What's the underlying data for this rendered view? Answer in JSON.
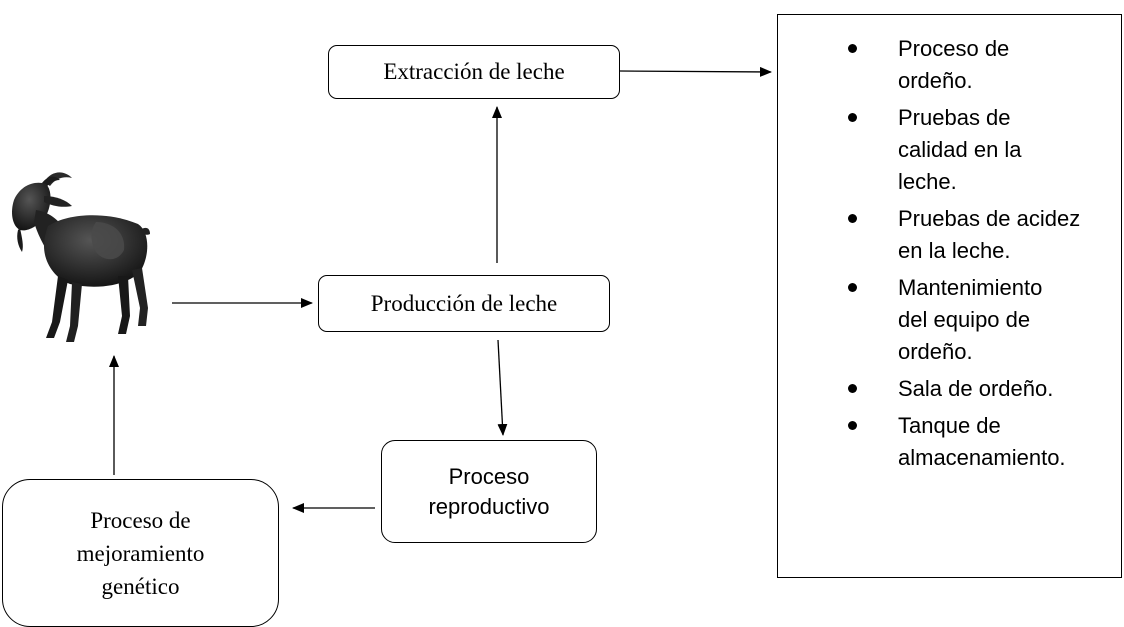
{
  "nodes": {
    "extraccion": "Extracción de leche",
    "produccion": "Producción de leche",
    "reproductivo": [
      "Proceso",
      "reproductivo"
    ],
    "mejoramiento": [
      "Proceso de",
      "mejoramiento",
      "genético"
    ]
  },
  "list_items": [
    [
      "Proceso de",
      "ordeño."
    ],
    [
      "Pruebas de",
      "calidad en la",
      "leche."
    ],
    [
      "Pruebas de acidez",
      "en la leche."
    ],
    [
      "Mantenimiento",
      "del equipo de",
      "ordeño."
    ],
    [
      "Sala de ordeño."
    ],
    [
      "Tanque de",
      "almacenamiento."
    ]
  ],
  "goat_icon": "goat-image"
}
